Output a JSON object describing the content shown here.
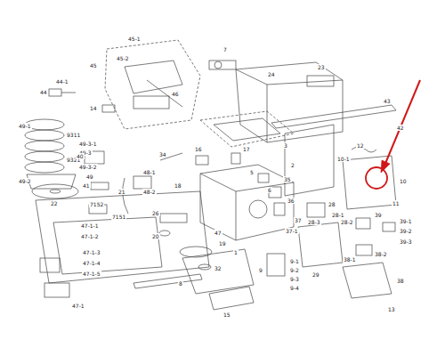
{
  "diagram": {
    "labels": [
      "45-1",
      "45-2",
      "45",
      "44-1",
      "44",
      "14",
      "46",
      "7",
      "24",
      "23",
      "43",
      "42",
      "49-1",
      "9311",
      "49-3-1",
      "49-3",
      "9321",
      "49-3-2",
      "49-2",
      "49",
      "22",
      "40",
      "16",
      "17",
      "48-1",
      "48-2",
      "34",
      "41",
      "21",
      "18",
      "2",
      "3",
      "5",
      "35",
      "36",
      "37",
      "37-1",
      "8",
      "19",
      "26",
      "20",
      "47",
      "47-1-1",
      "47-1-2",
      "7152",
      "7151",
      "47-1-3",
      "47-1-4",
      "47-1-5",
      "47-1",
      "1",
      "32",
      "15",
      "9",
      "9-1",
      "9-2",
      "9-3",
      "9-4",
      "29",
      "28",
      "28-1",
      "28-2",
      "28-3",
      "10-1",
      "10",
      "39",
      "39-1",
      "39-2",
      "39-3",
      "38",
      "38-1",
      "38-2",
      "13",
      "6",
      "12",
      "11"
    ]
  }
}
